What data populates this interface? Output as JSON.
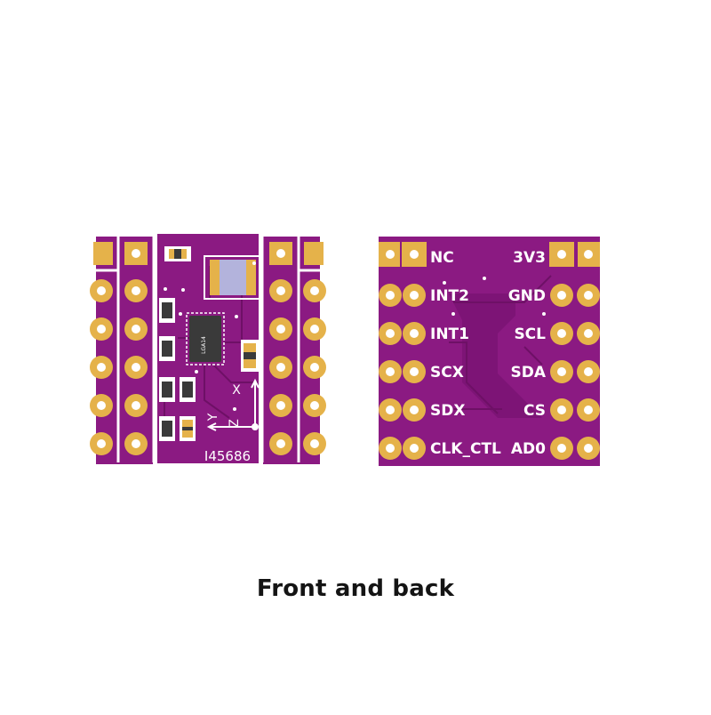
{
  "caption": "Front and back",
  "front": {
    "silkscreen_part": "I45686",
    "chip_marking": "LGA14",
    "axes": {
      "x": "X",
      "y": "Y",
      "z": "Z"
    }
  },
  "back": {
    "left_pins": [
      "NC",
      "INT2",
      "INT1",
      "SCX",
      "SDX",
      "CLK_CTL"
    ],
    "right_pins": [
      "3V3",
      "GND",
      "SCL",
      "SDA",
      "CS",
      "AD0"
    ]
  },
  "colors": {
    "pcb": "#8b1a82",
    "pcb_dark": "#6e1066",
    "copper": "#e5b24a",
    "silk": "#ffffff",
    "chip": "#3a3a3a"
  }
}
